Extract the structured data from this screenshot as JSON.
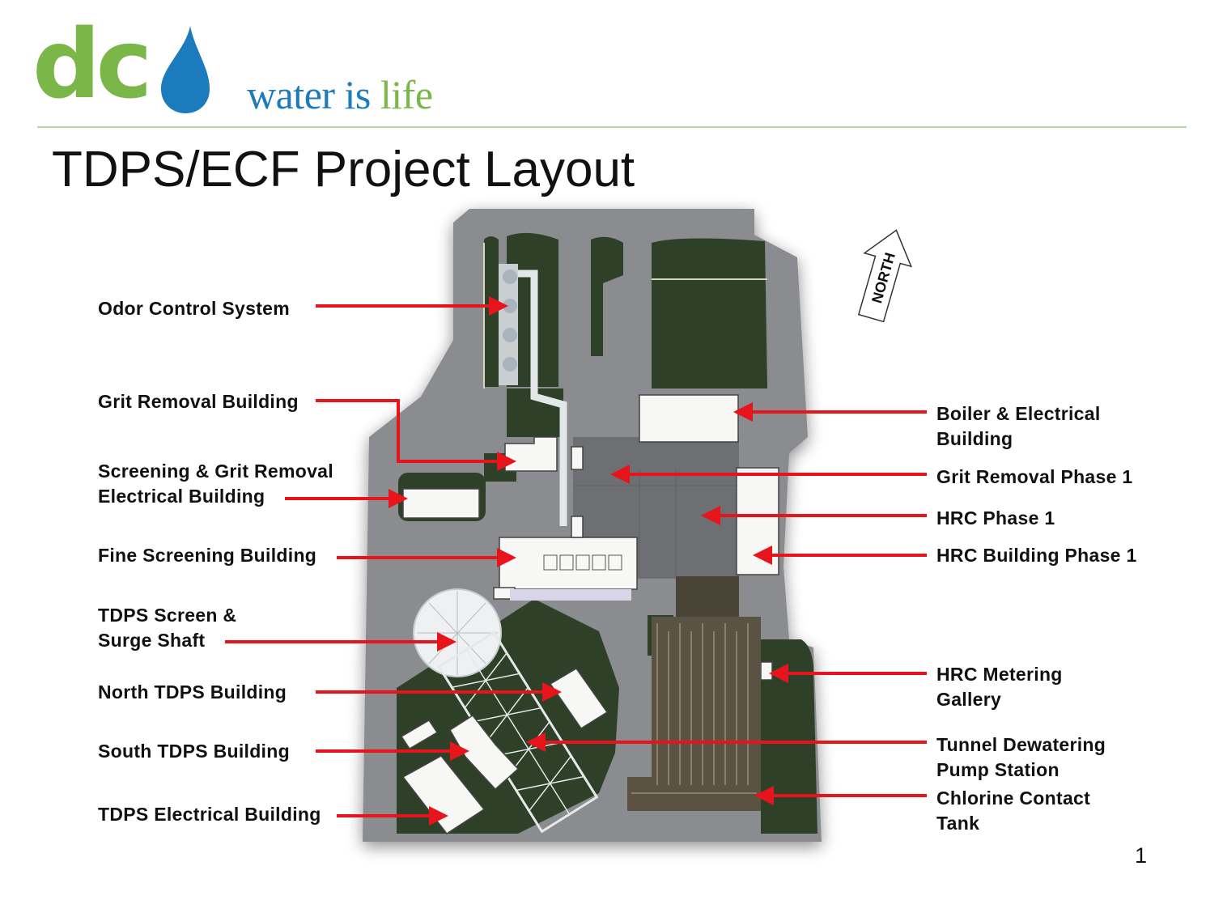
{
  "logo": {
    "mark": "dc",
    "tagline_part1": "water is ",
    "tagline_part2": "life",
    "green": "#7ab648",
    "blue": "#1b7bbd"
  },
  "title": "TDPS/ECF Project Layout",
  "north_label": "NORTH",
  "labels_left": [
    {
      "id": "odor",
      "text": "Odor Control System"
    },
    {
      "id": "grit-bldg",
      "text": "Grit Removal Building"
    },
    {
      "id": "screen-grit-elec",
      "text": "Screening & Grit Removal\nElectrical Building"
    },
    {
      "id": "fine-screen",
      "text": "Fine Screening Building"
    },
    {
      "id": "tdps-screen",
      "text": "TDPS Screen &\nSurge Shaft"
    },
    {
      "id": "north-tdps",
      "text": "North TDPS Building"
    },
    {
      "id": "south-tdps",
      "text": "South TDPS Building"
    },
    {
      "id": "tdps-elec",
      "text": "TDPS Electrical Building"
    }
  ],
  "labels_right": [
    {
      "id": "boiler",
      "text": "Boiler & Electrical\nBuilding"
    },
    {
      "id": "grit-p1",
      "text": "Grit Removal Phase 1"
    },
    {
      "id": "hrc-p1",
      "text": "HRC Phase 1"
    },
    {
      "id": "hrc-bldg",
      "text": "HRC Building Phase 1"
    },
    {
      "id": "hrc-meter",
      "text": "HRC Metering\nGallery"
    },
    {
      "id": "tunnel",
      "text": "Tunnel Dewatering\nPump Station"
    },
    {
      "id": "chlorine",
      "text": "Chlorine Contact\nTank"
    }
  ],
  "arrow_color": "#e8141c",
  "page_number": "1"
}
